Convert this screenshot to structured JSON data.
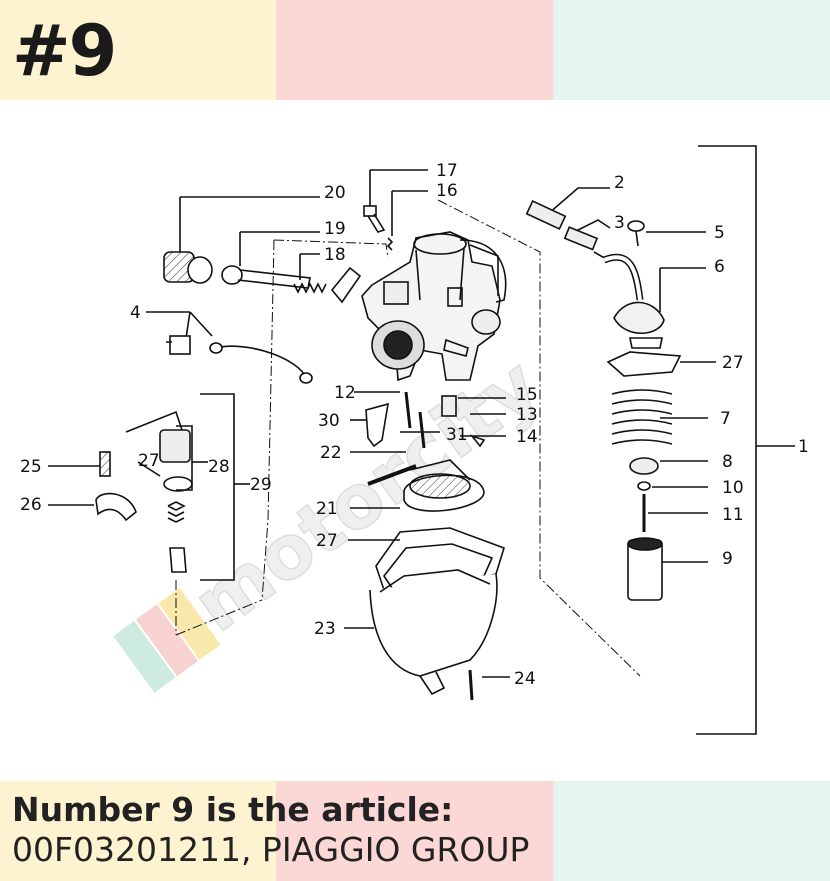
{
  "header": {
    "badge": "#9"
  },
  "band_colors": [
    "#fdf3d0",
    "#fbd8d6",
    "#e4f4ee"
  ],
  "watermark": "motorcity",
  "caption": {
    "line1": "Number 9 is the article:",
    "line2": "00F03201211, PIAGGIO GROUP"
  },
  "part_labels": [
    "17",
    "16",
    "2",
    "20",
    "19",
    "3",
    "5",
    "18",
    "6",
    "4",
    "27",
    "12",
    "15",
    "30",
    "13",
    "31",
    "7",
    "22",
    "14",
    "1",
    "8",
    "27",
    "28",
    "25",
    "10",
    "29",
    "26",
    "21",
    "11",
    "27",
    "9",
    "23",
    "24"
  ]
}
